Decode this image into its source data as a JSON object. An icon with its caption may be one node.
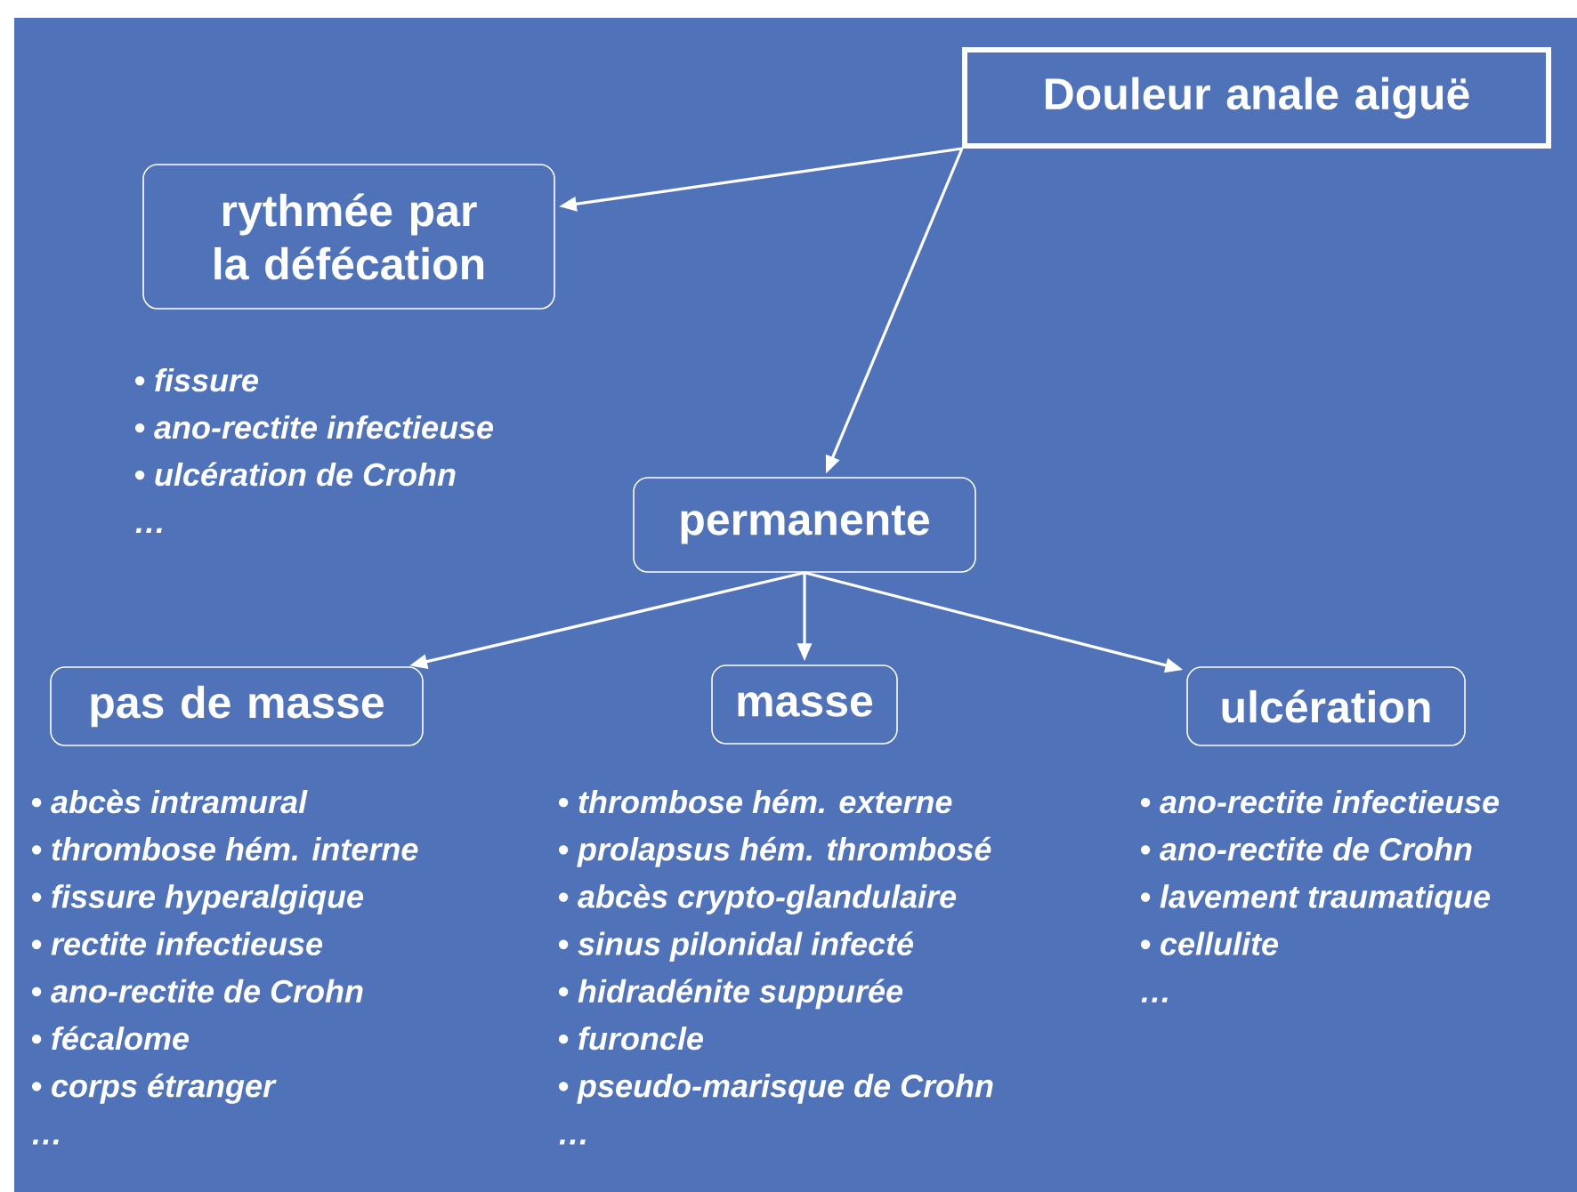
{
  "diagram": {
    "nodes": [
      {
        "text": [
          "Douleur anale aiguë"
        ]
      },
      {
        "text": [
          "rythmée par la défécation"
        ],
        "beside": [
          "• fissure",
          "• ano-rectite infectieuse",
          "• ulcération de Crohn",
          "…"
        ]
      },
      {
        "text": [
          "permanente"
        ]
      },
      {
        "text": [
          "pas de masse"
        ],
        "beside": [
          "• abcès intramural",
          "• thrombose hém. interne",
          "• fissure hyperalgique",
          "• rectite infectieuse",
          "• ano-rectite de Crohn",
          "• fécalome",
          "• corps étranger",
          "…"
        ]
      },
      {
        "text": [
          "masse"
        ],
        "beside": [
          "• thrombose hém. externe",
          "• prolapsus hém. thrombosé",
          "• abcès crypto-glandulaire",
          "• sinus pilonidal infecté",
          "• hidradénite suppurée",
          "• furoncle",
          "• pseudo-marisque de Crohn",
          "…"
        ]
      },
      {
        "text": [
          "ulcération"
        ],
        "beside": [
          "• ano-rectite infectieuse",
          "• ano-rectite de Crohn",
          "• lavement traumatique",
          "• cellulite",
          "…"
        ]
      }
    ],
    "edges": [
      {
        "from": 0,
        "to": 1,
        "arrow": "to"
      },
      {
        "from": 0,
        "to": 2,
        "arrow": "to"
      },
      {
        "from": 2,
        "to": 3,
        "arrow": "to"
      },
      {
        "from": 2,
        "to": 4,
        "arrow": "to"
      },
      {
        "from": 2,
        "to": 5,
        "arrow": "to"
      }
    ]
  }
}
